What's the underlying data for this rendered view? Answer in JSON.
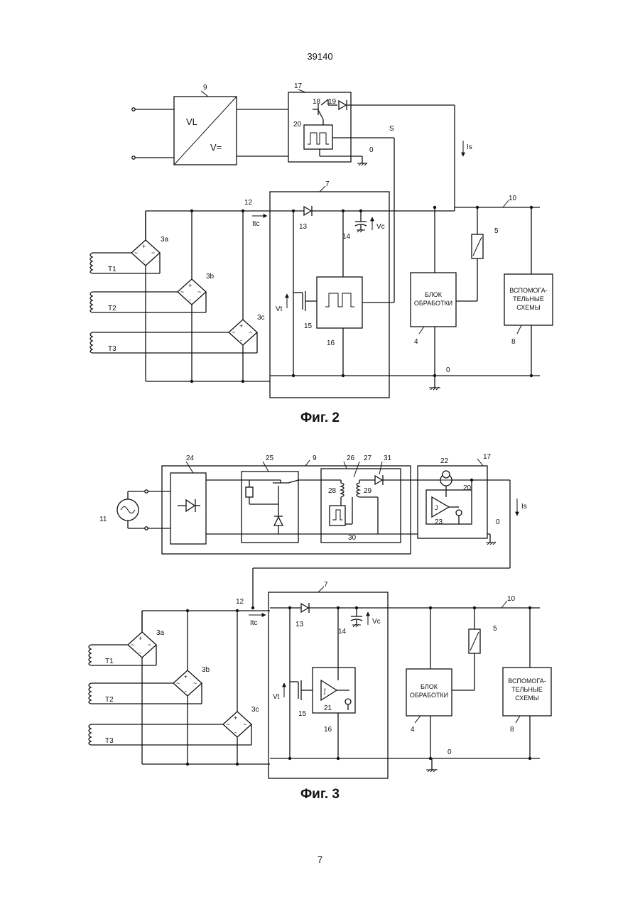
{
  "page": {
    "number_top": "39140",
    "number_bottom": "7"
  },
  "figure2": {
    "caption": "Фиг. 2",
    "labels": {
      "n9": "9",
      "vl": "VL",
      "vdc": "V=",
      "n17": "17",
      "n18": "18",
      "n19": "19",
      "n20": "20",
      "s": "S",
      "zero_top": "0",
      "is": "Is",
      "n7": "7",
      "n10": "10",
      "n12": "12",
      "itc": "Itc",
      "n13": "13",
      "n14": "14",
      "vc": "Vc",
      "n5": "5",
      "n3a": "3a",
      "n3b": "3b",
      "n3c": "3c",
      "t1": "T1",
      "t2": "T2",
      "t3": "T3",
      "vt": "Vt",
      "n15": "15",
      "n16": "16",
      "n4": "4",
      "n8": "8",
      "zero_bottom": "0",
      "proc_l1": "БЛОК",
      "proc_l2": "ОБРАБОТКИ",
      "aux_l1": "ВСПОМОГА-",
      "aux_l2": "ТЕЛЬНЫЕ",
      "aux_l3": "СХЕМЫ"
    }
  },
  "figure3": {
    "caption": "Фиг. 3",
    "labels": {
      "n24": "24",
      "n25": "25",
      "n9": "9",
      "n26": "26",
      "n27": "27",
      "n31": "31",
      "n22": "22",
      "n17": "17",
      "n11": "11",
      "n28": "28",
      "n29": "29",
      "n20": "20",
      "n23": "23",
      "n30": "30",
      "zero_top": "0",
      "is": "Is",
      "n7": "7",
      "n10": "10",
      "n12": "12",
      "itc": "Itc",
      "n13": "13",
      "n14": "14",
      "vc": "Vc",
      "n5": "5",
      "n3a": "3a",
      "n3b": "3b",
      "n3c": "3c",
      "t1": "T1",
      "t2": "T2",
      "t3": "T3",
      "vt": "Vt",
      "n15": "15",
      "n21": "21",
      "n16": "16",
      "n4": "4",
      "n8": "8",
      "zero_bottom": "0",
      "proc_l1": "БЛОК",
      "proc_l2": "ОБРАБОТКИ",
      "aux_l1": "ВСПОМОГА-",
      "aux_l2": "ТЕЛЬНЫЕ",
      "aux_l3": "СХЕМЫ"
    }
  }
}
